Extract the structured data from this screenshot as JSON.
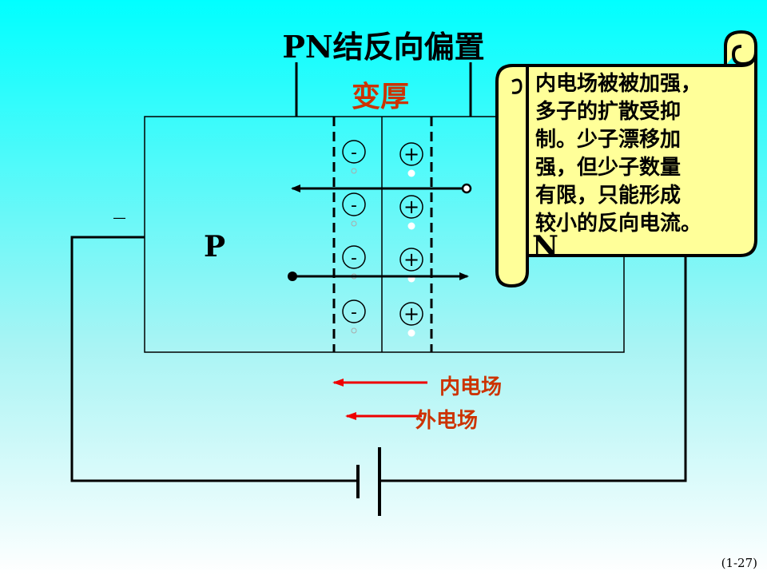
{
  "title": "PN结反向偏置",
  "thicker_label": "变厚",
  "p_region_label": "P",
  "n_region_label": "N",
  "minus_terminal": "_",
  "ions": {
    "negative_symbol": "-",
    "positive_symbol": "+"
  },
  "inner_field_label": "内电场",
  "outer_field_label": "外电场",
  "callout_lines": [
    "内电场被被加强，",
    "多子的扩散受抑",
    "制。少子漂移加",
    "强，但少子数量",
    "有限，只能形成",
    "较小的反向电流。"
  ],
  "page_number": "(1-27)",
  "colors": {
    "field_arrow": "#ee0000",
    "field_text": "#cc3300",
    "callout_fill": "#ffff99",
    "line": "#000000"
  }
}
